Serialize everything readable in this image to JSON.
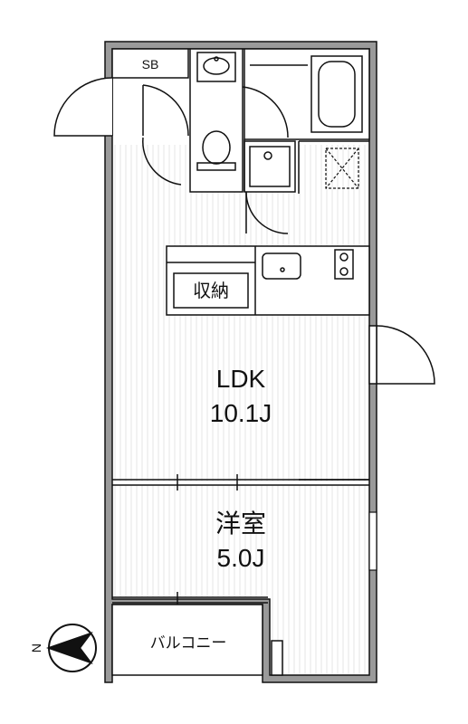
{
  "rooms": {
    "sb": "SB",
    "storage": "収納",
    "ldk_name": "LDK",
    "ldk_size": "10.1J",
    "western_name": "洋室",
    "western_size": "5.0J",
    "balcony": "バルコニー"
  },
  "compass": {
    "north_letter": "N"
  },
  "colors": {
    "wall": "#9a9a9a",
    "line": "#111111",
    "floor_stripe": "#e9e9e9",
    "background": "#ffffff"
  }
}
